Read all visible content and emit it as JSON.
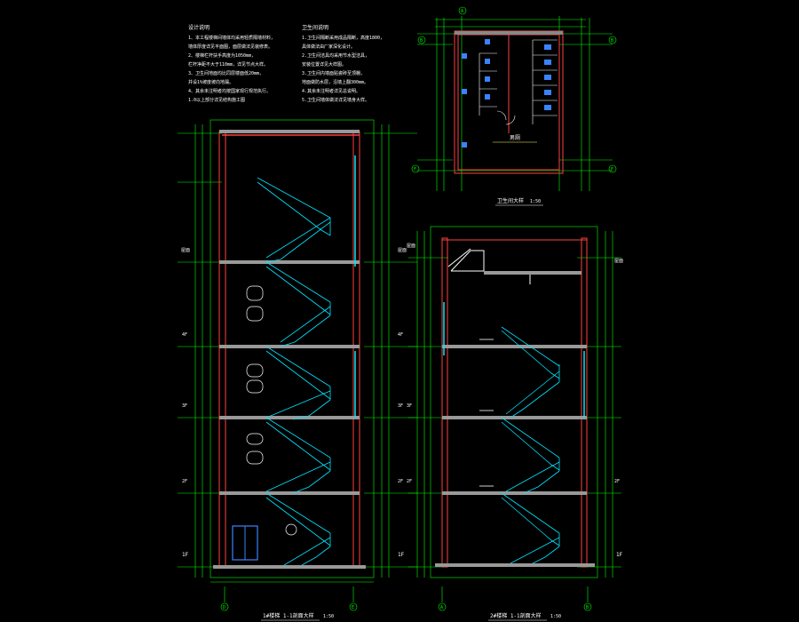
{
  "colors": {
    "background": "#000000",
    "dimension": "#00ff00",
    "wall": "#ff4040",
    "stair": "#00e5ff",
    "structure": "#ffffff",
    "text": "#ffffff",
    "note": "#ffff66",
    "fixture": "#3b82ff"
  },
  "notes": {
    "left_title": "设计说明",
    "left_lines": [
      "1、本工程楼梯间墙体均采用轻质隔墙材料，",
      "墙体厚度详见平面图，面层做法见装修表。",
      "2、楼梯栏杆扶手高度为1050mm，",
      "栏杆净距不大于110mm，详见节点大样。",
      "3、卫生间地面均比同层楼面低20mm，",
      "并设1%坡度坡向地漏。",
      "4、其余未注明者均按国家现行规范执行。",
      "1.0以上部分详见结构施工图"
    ],
    "right_title": "卫生间说明",
    "right_lines": [
      "1.卫生间隔断采用成品隔断，高度1800，",
      "具体做法由厂家深化设计。",
      "2.卫生间洁具均采用节水型洁具，",
      "安装位置详见大样图。",
      "3.卫生间内墙面贴瓷砖至顶棚，",
      "地面做防水层，沿墙上翻300mm。",
      "4.其余未注明者详见总说明。",
      "5.卫生间墙体做法详见墙身大样。"
    ]
  },
  "drawings": {
    "toilet_plan": {
      "title": "卫生间大样",
      "scale": "1:50",
      "room_label": "男厕",
      "axis_top": "A",
      "axis_left_top": "B",
      "axis_right_top": "B",
      "axis_left_bottom": "F",
      "axis_right_bottom": "F"
    },
    "stair_section_1": {
      "title": "1#楼梯 1-1剖面大样",
      "scale": "1:50",
      "axis_left": "D",
      "axis_right": "E",
      "floor_labels_left": [
        "屋面",
        "4F",
        "3F",
        "2F",
        "1F"
      ],
      "floor_labels_right": [
        "屋面",
        "4F",
        "3F",
        "2F",
        "1F"
      ]
    },
    "stair_section_2": {
      "title": "2#楼梯 1-1剖面大样",
      "scale": "1:50",
      "axis_left": "A",
      "axis_right": "B",
      "floor_labels_left": [
        "屋面",
        "3F",
        "2F"
      ],
      "floor_labels_right": [
        "屋面",
        "2F",
        "1F"
      ]
    }
  }
}
